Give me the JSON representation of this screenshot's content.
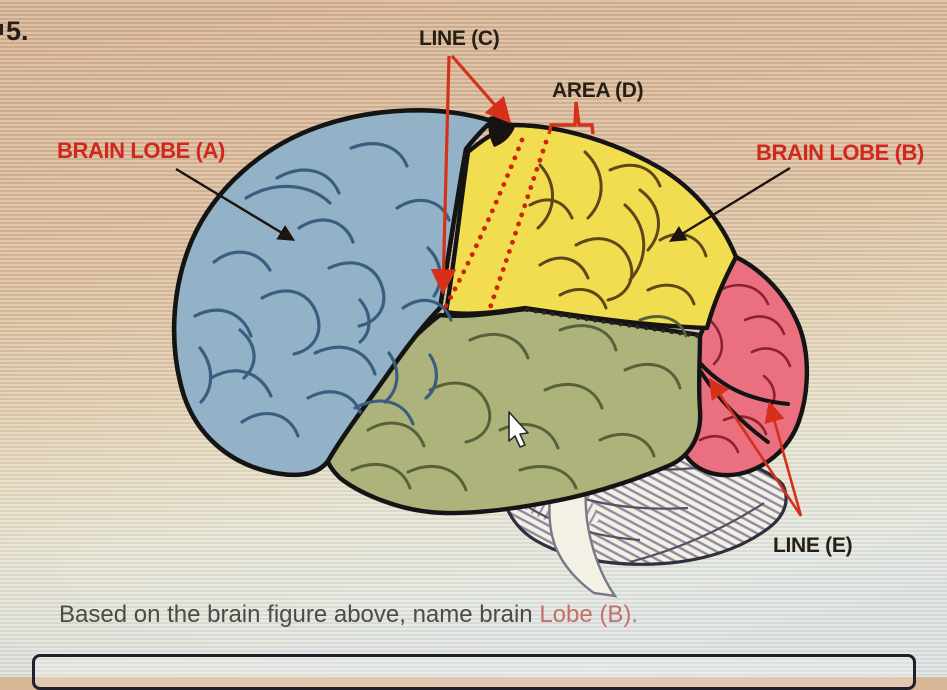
{
  "question_number": "5.",
  "figure": {
    "labels": {
      "brain_lobe_a": "BRAIN LOBE (A)",
      "brain_lobe_b": "BRAIN LOBE (B)",
      "line_c": "LINE (C)",
      "area_d": "AREA (D)",
      "line_e": "LINE (E)"
    },
    "colors": {
      "frontal_lobe_fill": "#93b2c8",
      "parietal_lobe_fill": "#f2dc50",
      "temporal_lobe_fill": "#adb37a",
      "occipital_lobe_fill": "#ea7080",
      "cerebellum_outline": "#30303c",
      "red_label": "#d0281c",
      "dark_label": "#271e15",
      "annotation_red": "#d6301a"
    }
  },
  "question": {
    "prefix": "Based on the brain figure above, name brain ",
    "highlight": "Lobe (B).",
    "highlight_color": "#c4706a"
  },
  "answer": {
    "value": ""
  }
}
